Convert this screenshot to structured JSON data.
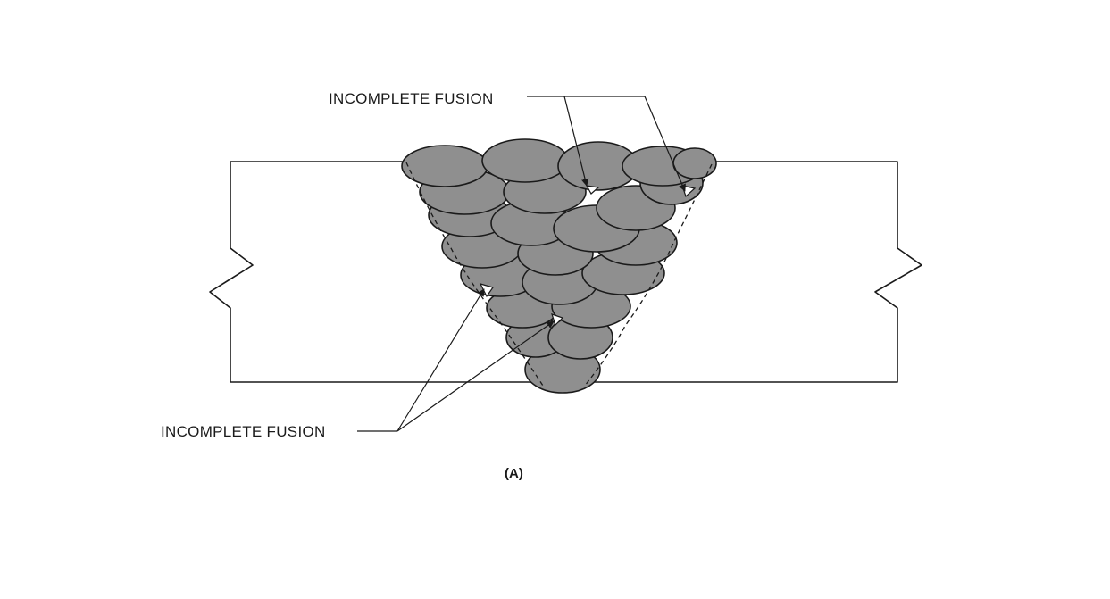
{
  "labels": {
    "top": "INCOMPLETE FUSION",
    "bottom": "INCOMPLETE FUSION",
    "caption": "(A)"
  },
  "colors": {
    "bead_fill": "#8f8f8f",
    "outline": "#1a1a1a",
    "background": "#ffffff"
  }
}
